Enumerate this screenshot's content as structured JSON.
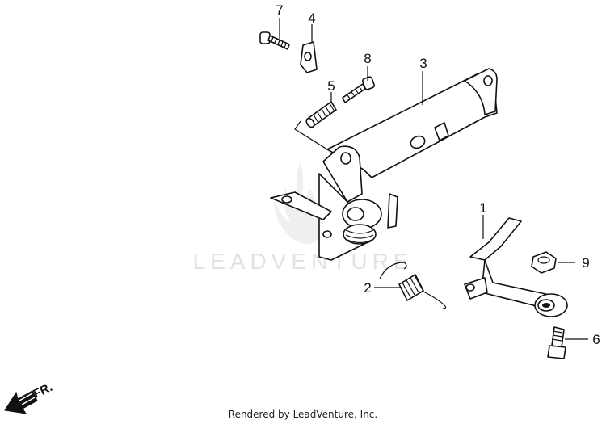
{
  "diagram": {
    "callouts": [
      {
        "id": "1",
        "label": "1"
      },
      {
        "id": "2",
        "label": "2"
      },
      {
        "id": "3",
        "label": "3"
      },
      {
        "id": "4",
        "label": "4"
      },
      {
        "id": "5",
        "label": "5"
      },
      {
        "id": "6",
        "label": "6"
      },
      {
        "id": "7",
        "label": "7"
      },
      {
        "id": "8",
        "label": "8"
      },
      {
        "id": "9",
        "label": "9"
      }
    ],
    "direction_label": "FR.",
    "watermark": "LEADVENTURE",
    "credit": "Rendered by LeadVenture, Inc."
  }
}
